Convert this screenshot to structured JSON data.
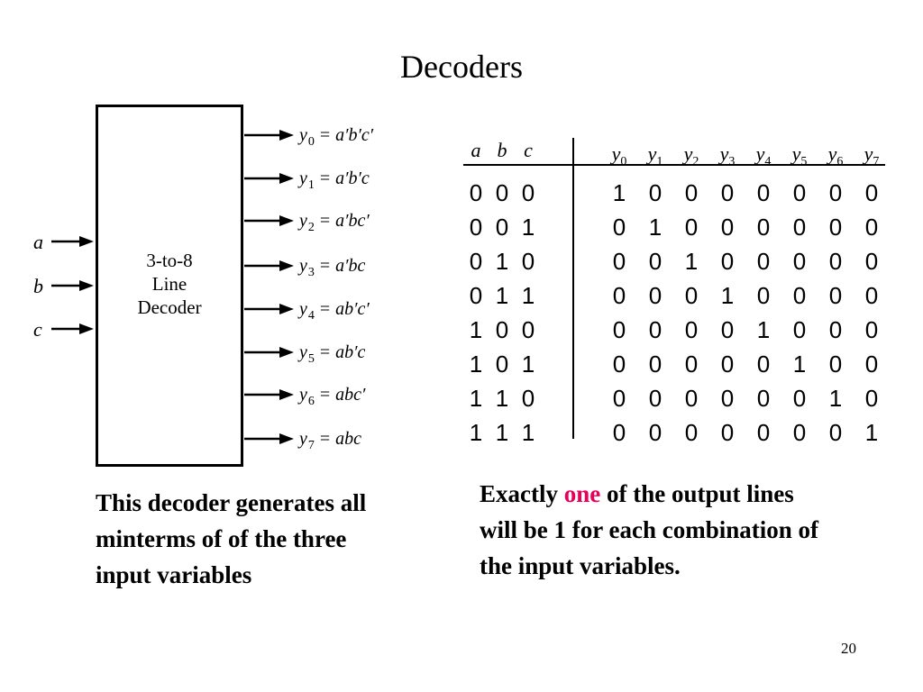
{
  "title": "Decoders",
  "decoder": {
    "label_lines": [
      "3-to-8",
      "Line",
      "Decoder"
    ],
    "inputs": [
      "a",
      "b",
      "c"
    ],
    "outputs": [
      {
        "name": "y",
        "sub": "0",
        "expr": "a′b′c′"
      },
      {
        "name": "y",
        "sub": "1",
        "expr": "a′b′c"
      },
      {
        "name": "y",
        "sub": "2",
        "expr": "a′bc′"
      },
      {
        "name": "y",
        "sub": "3",
        "expr": "a′bc"
      },
      {
        "name": "y",
        "sub": "4",
        "expr": "ab′c′"
      },
      {
        "name": "y",
        "sub": "5",
        "expr": "ab′c"
      },
      {
        "name": "y",
        "sub": "6",
        "expr": "abc′"
      },
      {
        "name": "y",
        "sub": "7",
        "expr": "abc"
      }
    ]
  },
  "truth_table": {
    "input_headers": [
      "a",
      "b",
      "c"
    ],
    "output_headers": [
      "0",
      "1",
      "2",
      "3",
      "4",
      "5",
      "6",
      "7"
    ],
    "output_prefix": "y",
    "rows": [
      {
        "in": [
          "0",
          "0",
          "0"
        ],
        "out": [
          "1",
          "0",
          "0",
          "0",
          "0",
          "0",
          "0",
          "0"
        ]
      },
      {
        "in": [
          "0",
          "0",
          "1"
        ],
        "out": [
          "0",
          "1",
          "0",
          "0",
          "0",
          "0",
          "0",
          "0"
        ]
      },
      {
        "in": [
          "0",
          "1",
          "0"
        ],
        "out": [
          "0",
          "0",
          "1",
          "0",
          "0",
          "0",
          "0",
          "0"
        ]
      },
      {
        "in": [
          "0",
          "1",
          "1"
        ],
        "out": [
          "0",
          "0",
          "0",
          "1",
          "0",
          "0",
          "0",
          "0"
        ]
      },
      {
        "in": [
          "1",
          "0",
          "0"
        ],
        "out": [
          "0",
          "0",
          "0",
          "0",
          "1",
          "0",
          "0",
          "0"
        ]
      },
      {
        "in": [
          "1",
          "0",
          "1"
        ],
        "out": [
          "0",
          "0",
          "0",
          "0",
          "0",
          "1",
          "0",
          "0"
        ]
      },
      {
        "in": [
          "1",
          "1",
          "0"
        ],
        "out": [
          "0",
          "0",
          "0",
          "0",
          "0",
          "0",
          "1",
          "0"
        ]
      },
      {
        "in": [
          "1",
          "1",
          "1"
        ],
        "out": [
          "0",
          "0",
          "0",
          "0",
          "0",
          "0",
          "0",
          "1"
        ]
      }
    ]
  },
  "caption_left": "This decoder generates all minterms of of the three input variables",
  "caption_right": {
    "before": "Exactly ",
    "highlight": "one",
    "after": " of the output lines will be 1 for each combination of the input variables.",
    "highlight_color": "#e8005a"
  },
  "page_number": "20"
}
